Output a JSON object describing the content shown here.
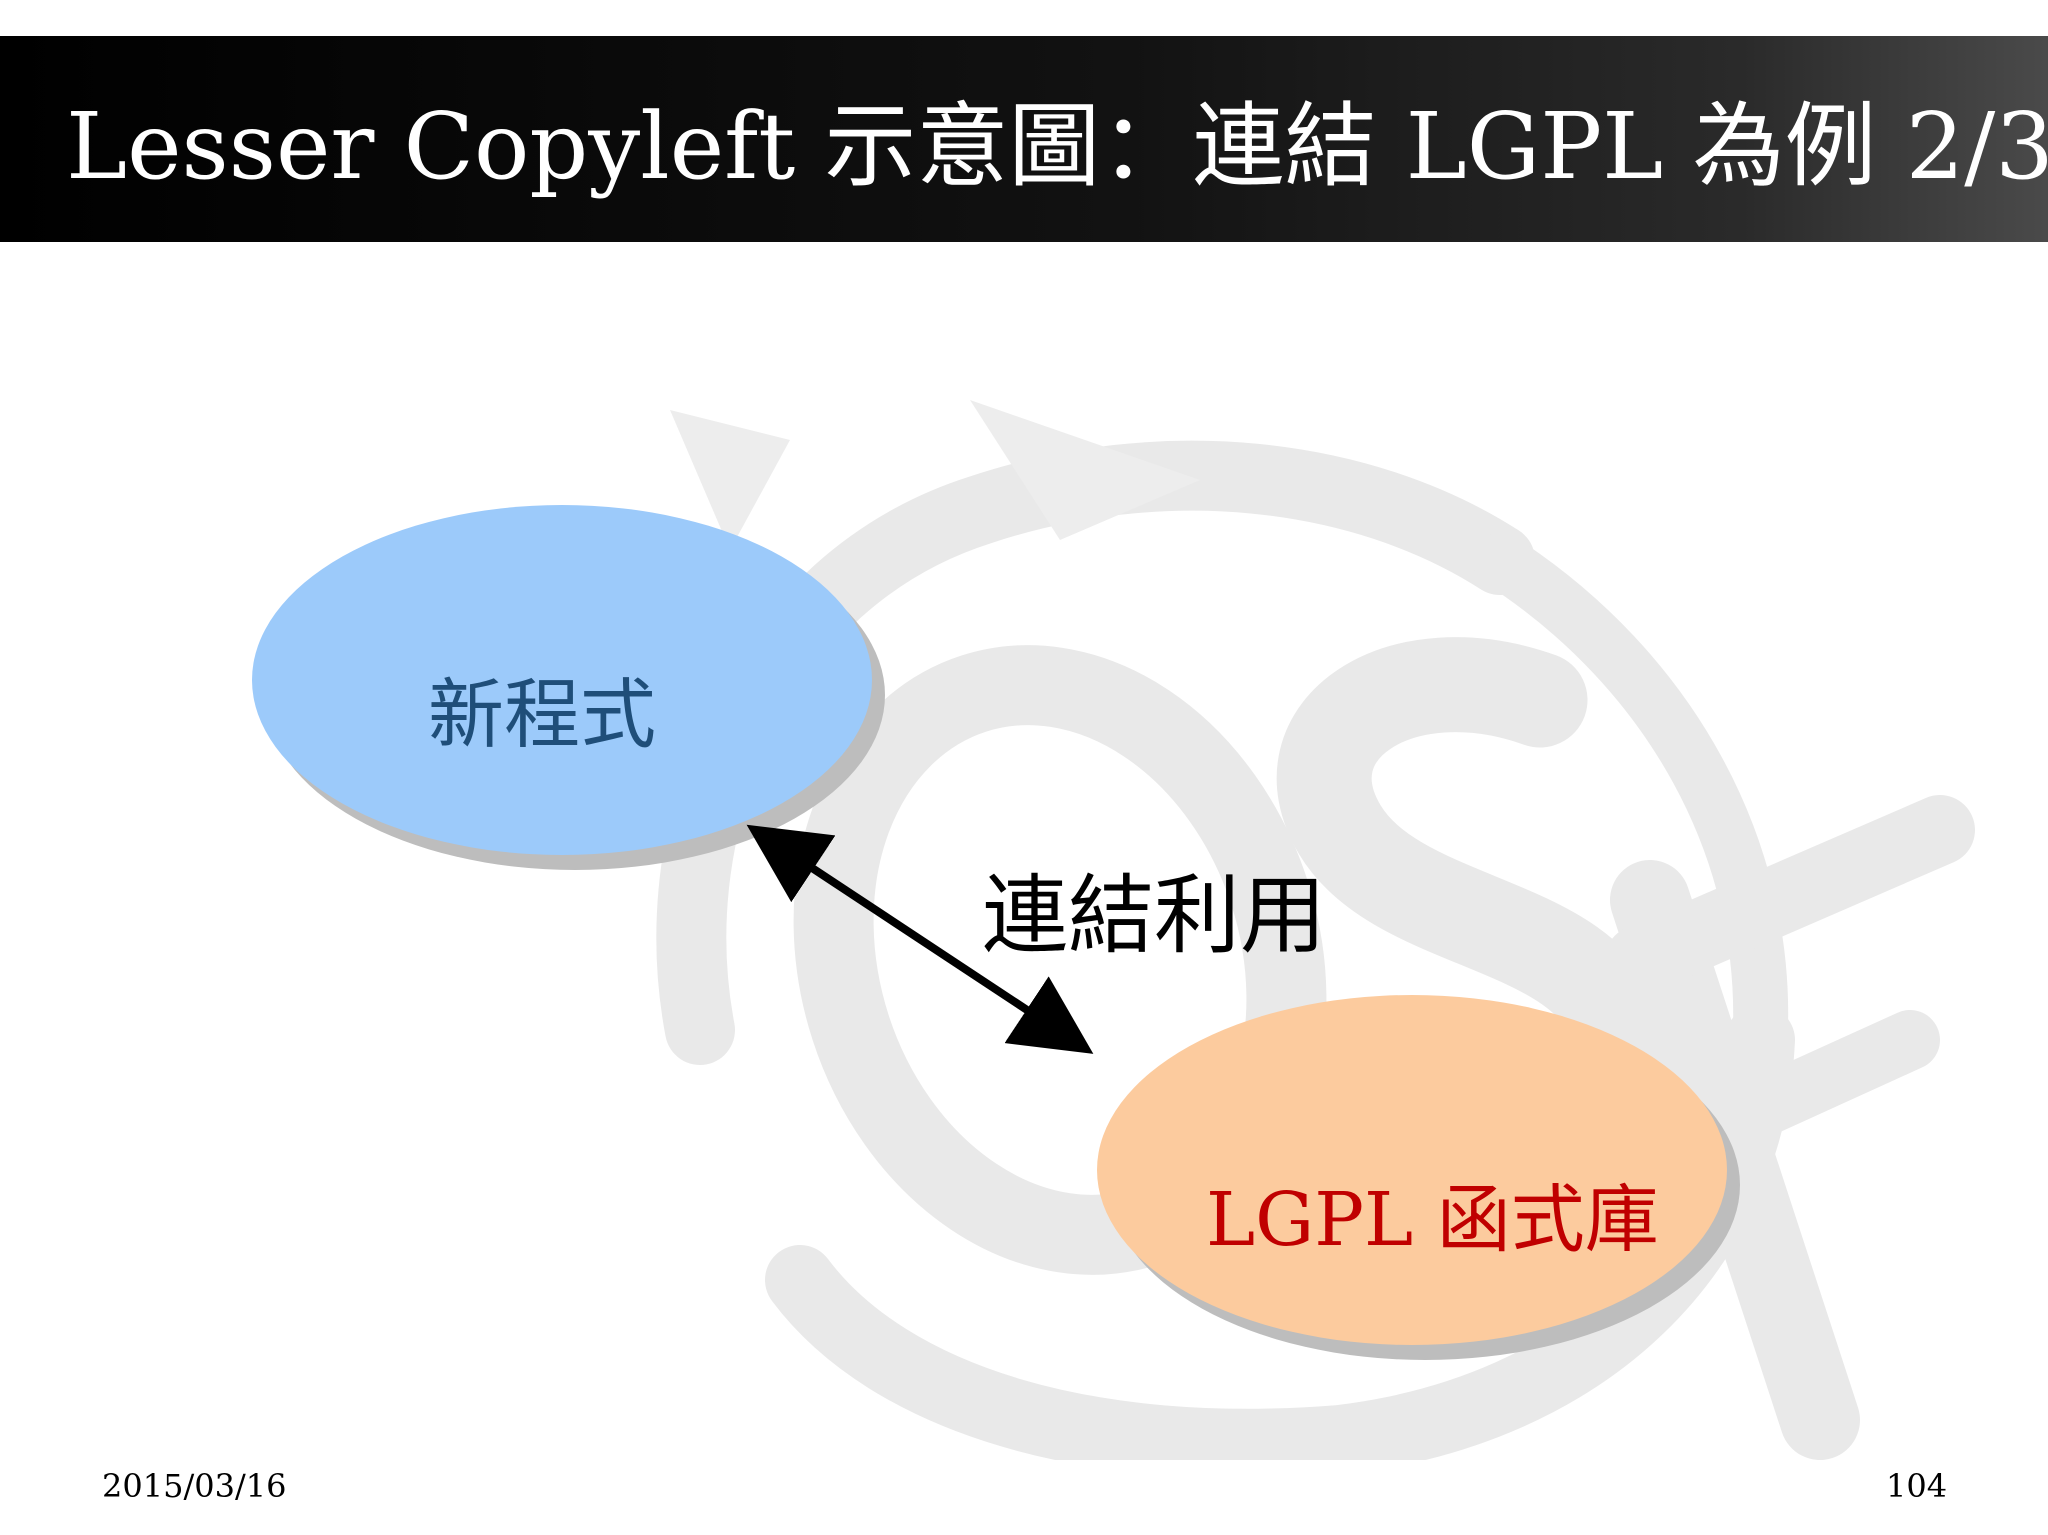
{
  "slide": {
    "title": "Lesser Copyleft 示意圖：連結 LGPL 為例  2/3",
    "date": "2015/03/16",
    "page_number": "104"
  },
  "diagram": {
    "nodes": [
      {
        "id": "new-program",
        "label": "新程式",
        "fill": "#9ccafa",
        "text_color": "#1f4e79"
      },
      {
        "id": "lgpl-library",
        "label": "LGPL 函式庫",
        "fill": "#fccb9e",
        "text_color": "#c00000"
      }
    ],
    "edge": {
      "label": "連結利用",
      "direction": "bidirectional",
      "color": "#000000"
    }
  },
  "watermark": {
    "icon": "oss-logo-icon",
    "color": "#e6e6e6"
  },
  "colors": {
    "title_bar": "#000000",
    "title_text": "#ffffff",
    "shadow": "#bdbdbd"
  }
}
